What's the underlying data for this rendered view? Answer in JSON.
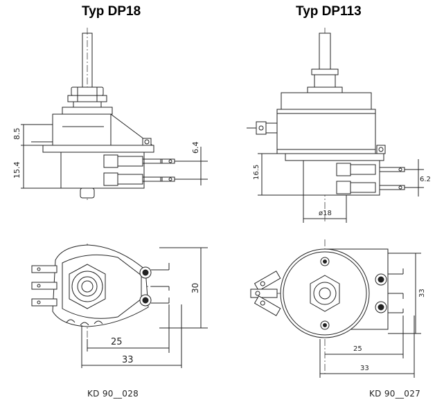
{
  "titles": {
    "left": "Typ DP18",
    "right": "Typ DP113"
  },
  "codes": {
    "left": "KD 90__028",
    "right": "KD 90__027"
  },
  "dimensions": {
    "dp18": {
      "d85": "8.5",
      "d154": "15.4",
      "d64": "6.4",
      "d30": "30",
      "d25": "25",
      "d33": "33"
    },
    "dp113": {
      "d165": "16.5",
      "d62": "6.2",
      "phi18": "ø18",
      "d33v": "33",
      "d25": "25",
      "d33": "33"
    }
  }
}
